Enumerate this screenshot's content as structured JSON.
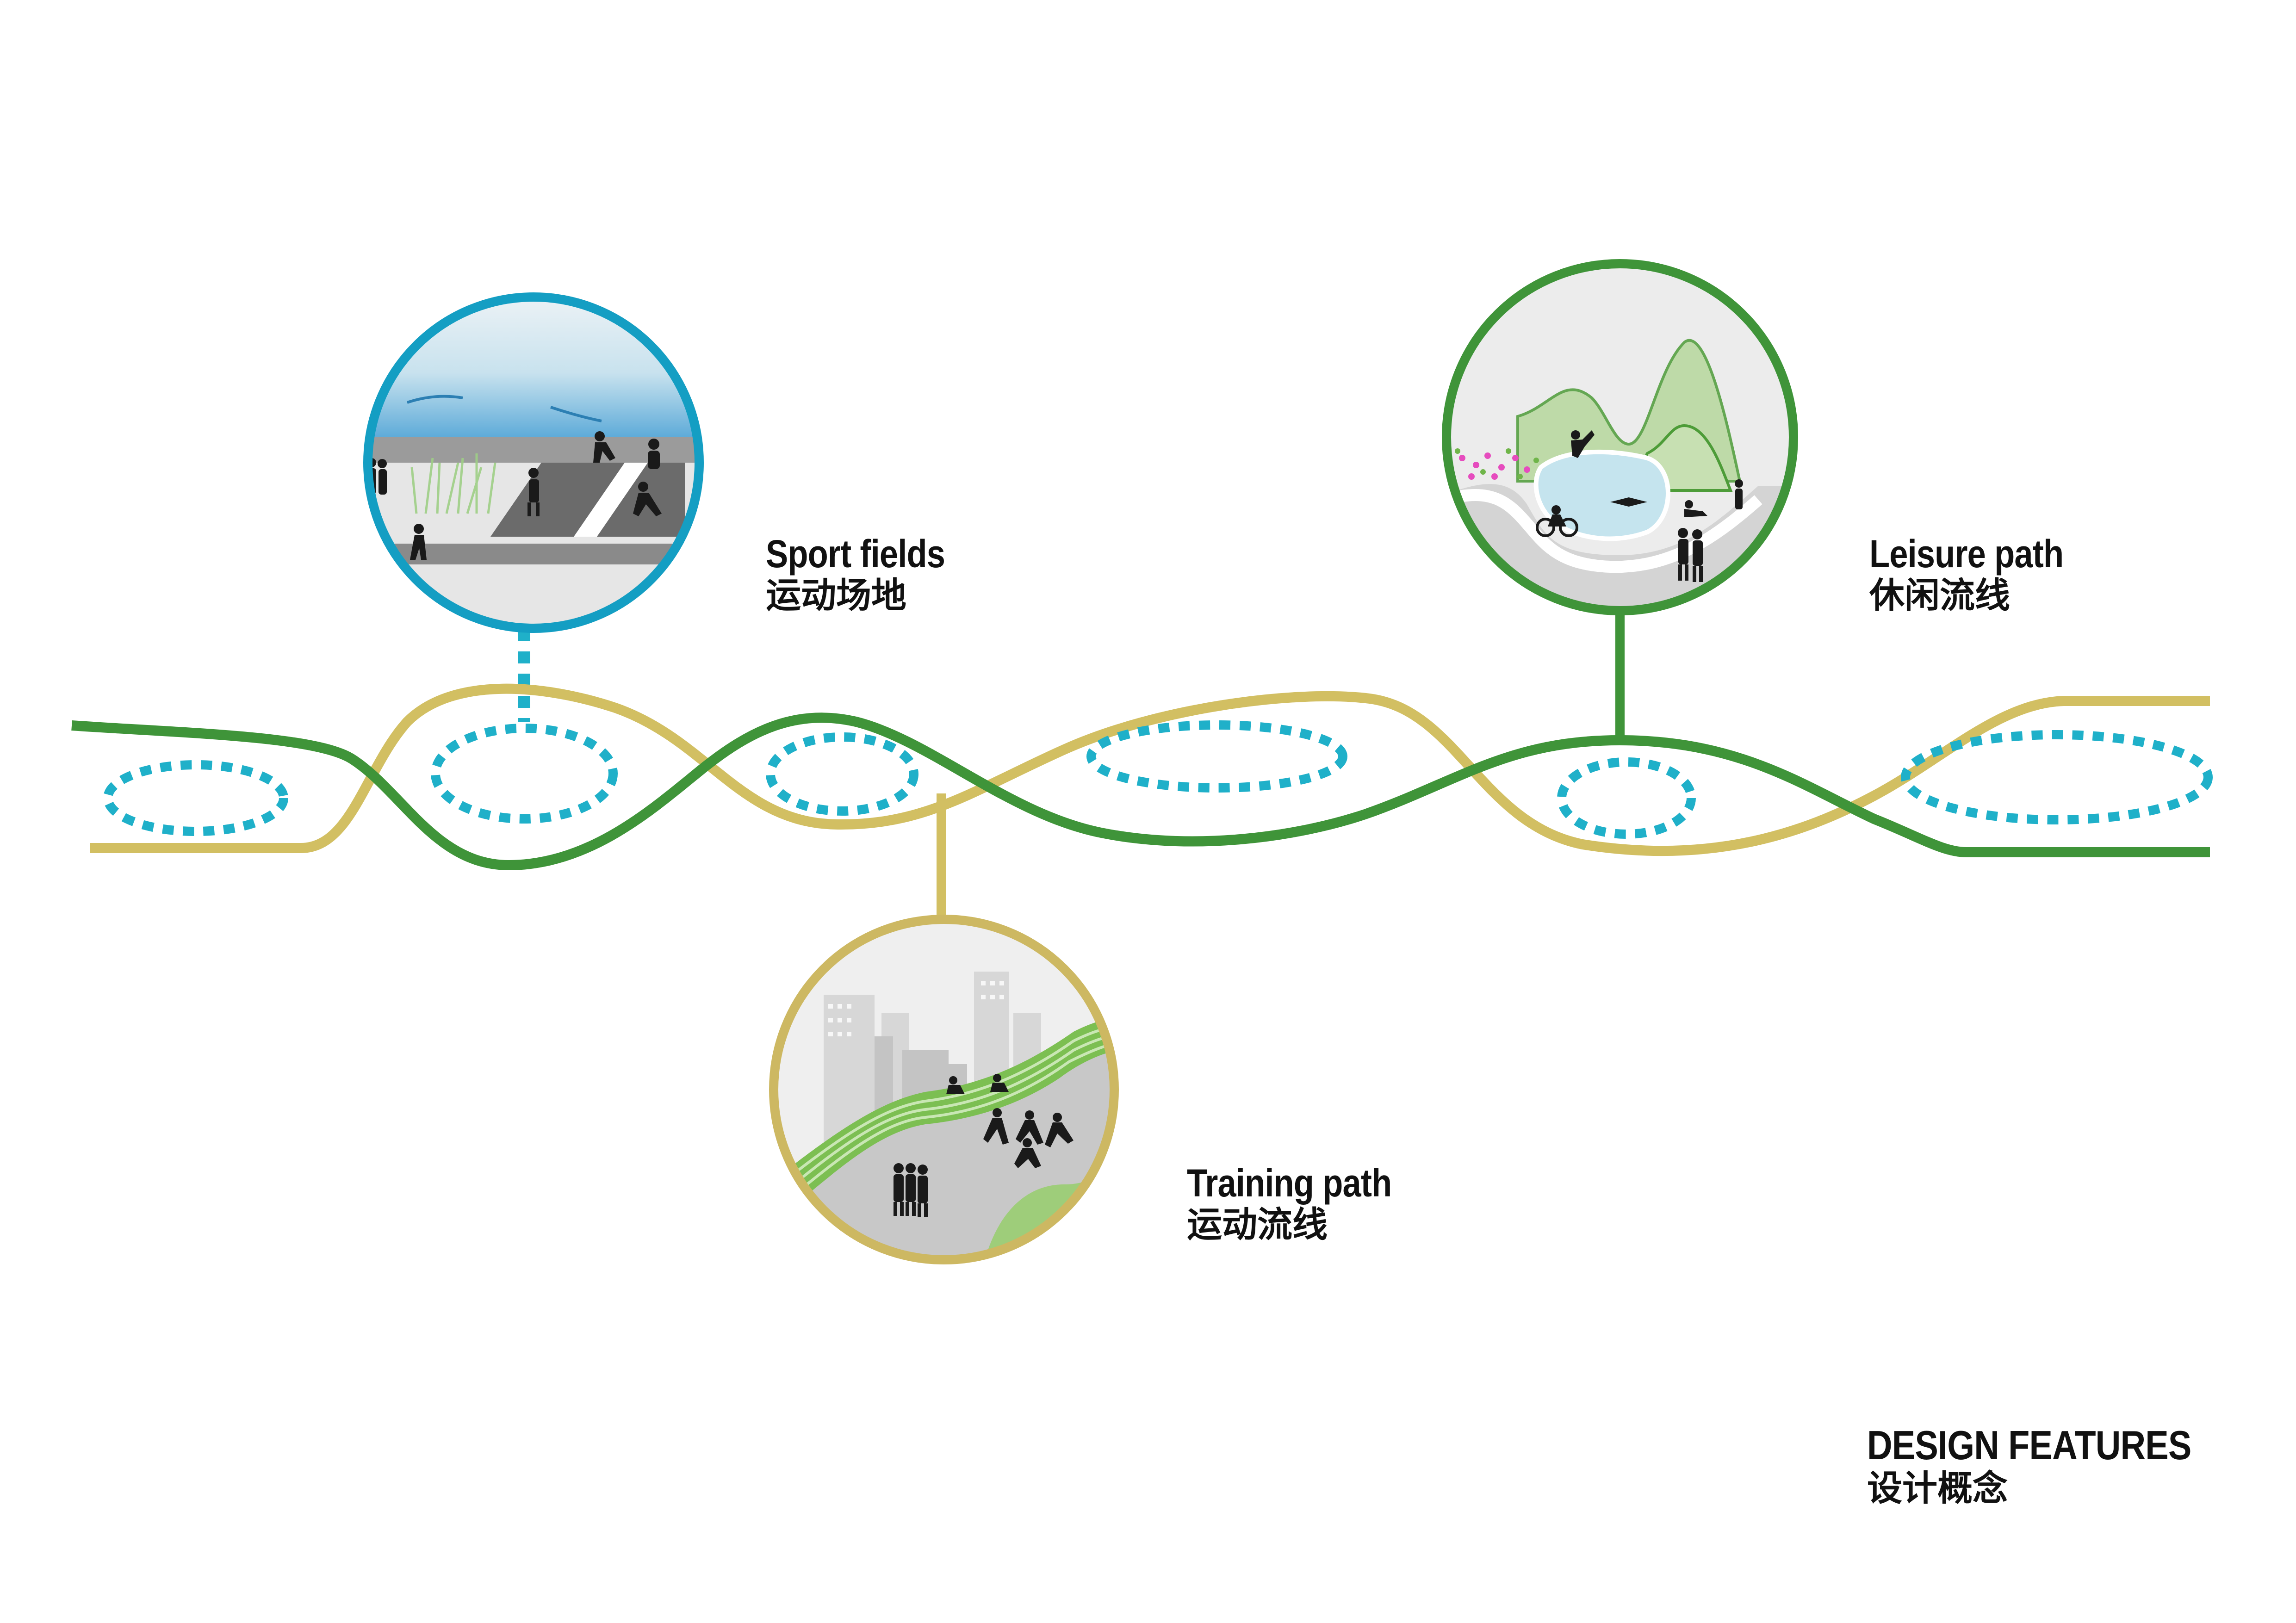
{
  "colors": {
    "green": "#3f9439",
    "olive": "#d2bf62",
    "blue": "#1fb0c9",
    "circle_blue": "#149ec3",
    "circle_green": "#3f9439",
    "circle_olive": "#cdb862"
  },
  "features": {
    "sport": {
      "title": "Sport fields",
      "subtitle": "运动场地"
    },
    "leisure": {
      "title": "Leisure path",
      "subtitle": "休闲流线"
    },
    "training": {
      "title": "Training path",
      "subtitle": "运动流线"
    }
  },
  "footer": {
    "title": "DESIGN FEATURES",
    "subtitle": "设计概念"
  }
}
